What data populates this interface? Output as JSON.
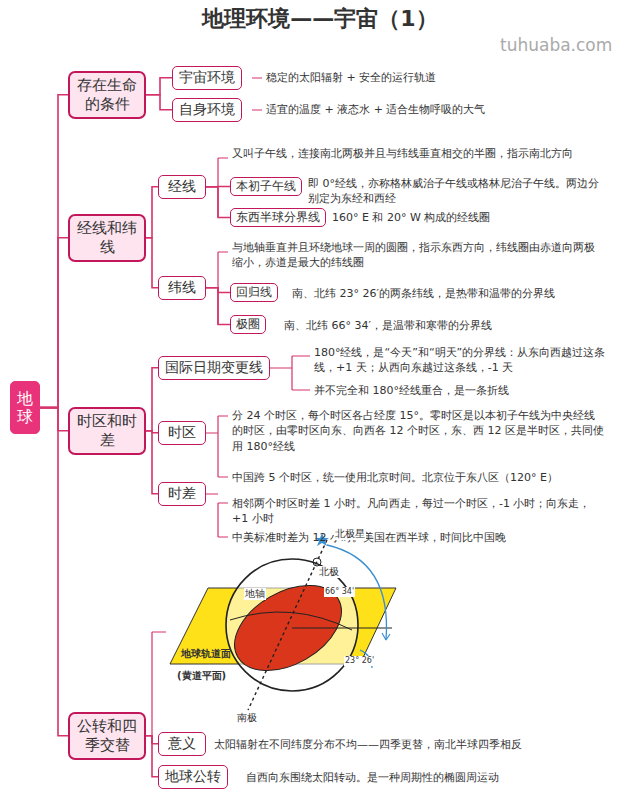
{
  "diagram": {
    "title": "地理环境——宇宙（1）",
    "nodes": [
      {
        "text": [
          "地球"
        ]
      },
      {
        "text": [
          "存在生命的条件"
        ]
      },
      {
        "text": [
          "宇宙环境"
        ]
      },
      {
        "text": [
          "自身环境"
        ]
      },
      {
        "text": [
          "经线和纬线"
        ]
      },
      {
        "text": [
          "经线"
        ]
      },
      {
        "text": [
          "本初子午线"
        ]
      },
      {
        "text": [
          "东西半球分界线"
        ]
      },
      {
        "text": [
          "纬线"
        ]
      },
      {
        "text": [
          "回归线"
        ]
      },
      {
        "text": [
          "极圈"
        ]
      },
      {
        "text": [
          "时区和时差"
        ]
      },
      {
        "text": [
          "国际日期变更线"
        ]
      },
      {
        "text": [
          "时区"
        ]
      },
      {
        "text": [
          "时差"
        ]
      },
      {
        "text": [
          "公转和四季交替"
        ]
      },
      {
        "text": [
          "意义"
        ]
      },
      {
        "text": [
          "地球公转"
        ]
      }
    ],
    "edges": [
      {
        "from": 0,
        "to": 1,
        "arrow": "none"
      },
      {
        "from": 0,
        "to": 4,
        "arrow": "none"
      },
      {
        "from": 0,
        "to": 11,
        "arrow": "none"
      },
      {
        "from": 0,
        "to": 15,
        "arrow": "none"
      },
      {
        "from": 1,
        "to": 2,
        "arrow": "none"
      },
      {
        "from": 1,
        "to": 3,
        "arrow": "none"
      },
      {
        "from": 4,
        "to": 5,
        "arrow": "none"
      },
      {
        "from": 4,
        "to": 8,
        "arrow": "none"
      },
      {
        "from": 5,
        "to": 6,
        "arrow": "none"
      },
      {
        "from": 5,
        "to": 7,
        "arrow": "none"
      },
      {
        "from": 8,
        "to": 9,
        "arrow": "none"
      },
      {
        "from": 8,
        "to": 10,
        "arrow": "none"
      },
      {
        "from": 11,
        "to": 12,
        "arrow": "none"
      },
      {
        "from": 11,
        "to": 13,
        "arrow": "none"
      },
      {
        "from": 11,
        "to": 14,
        "arrow": "none"
      },
      {
        "from": 15,
        "to": 16,
        "arrow": "none"
      },
      {
        "from": 15,
        "to": 17,
        "arrow": "none"
      }
    ],
    "labels": [
      "tuhuaba.com",
      "稳定的太阳辐射 + 安全的运行轨道",
      "适宜的温度 + 液态水 + 适合生物呼吸的大气",
      "又叫子午线，连接南北两极并且与纬线垂直相交的半圈，指示南北方向",
      "即 0°经线，亦称格林威治子午线或格林尼治子午线。两边分别定为东经和西经",
      "160° E 和 20° W 构成的经线圈",
      "与地轴垂直并且环绕地球一周的圆圈，指示东西方向，纬线圈由赤道向两极缩小，赤道是最大的纬线圈",
      "南、北纬 23° 26′的两条纬线，是热带和温带的分界线",
      "南、北纬 66° 34′，是温带和寒带的分界线",
      "180°经线，是“今天”和“明天”的分界线：从东向西越过这条线，+1 天；从西向东越过这条线，-1 天",
      "并不完全和 180°经线重合，是一条折线",
      "分 24 个时区，每个时区各占经度 15°。零时区是以本初子午线为中央经线的时区，由零时区向东、向西各 12 个时区，东、西 12 区是半时区，共同使用 180°经线",
      "中国跨 5 个时区，统一使用北京时间。北京位于东八区（120° E）",
      "相邻两个时区时差 1 小时。凡向西走，每过一个时区，-1 小时；向东走，+1 小时",
      "中美标准时差为 12 小时。美国在西半球，时间比中国晚",
      "北极星",
      "北极",
      "地轴",
      "66° 34'",
      "23° 26'",
      "地球轨道面",
      "(黄道平面)",
      "南极",
      "太阳辐射在不同纬度分布不均——四季更替，南北半球四季相反",
      "自西向东围绕太阳转动。是一种周期性的椭圆周运动"
    ]
  }
}
